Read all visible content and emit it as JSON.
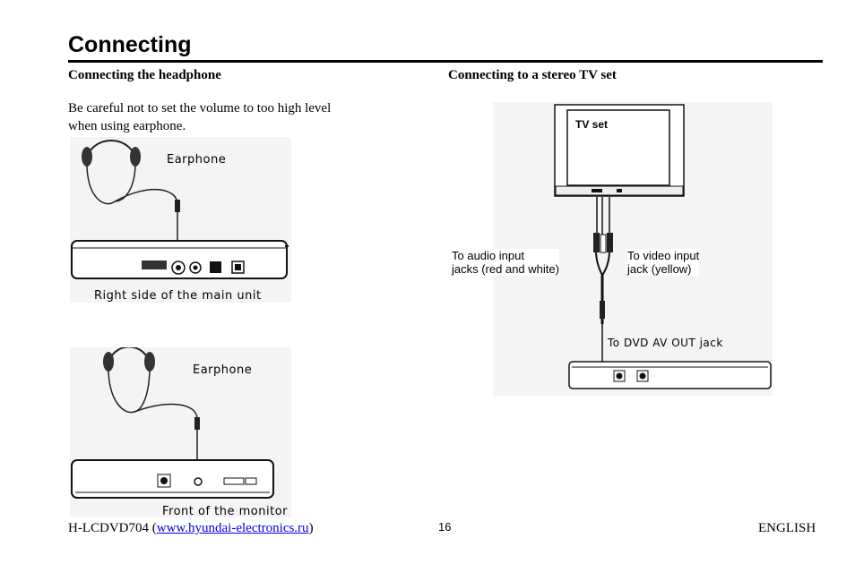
{
  "page": {
    "title": "Connecting",
    "left_heading": "Connecting the headphone",
    "right_heading": "Connecting to a stereo TV set",
    "note_line1": "Be careful not to set the volume to too high level",
    "note_line2": "when using earphone."
  },
  "fig_headphone_main": {
    "earphone_label": "Earphone",
    "caption": "Right side of the main unit"
  },
  "fig_headphone_monitor": {
    "earphone_label": "Earphone",
    "caption": "Front of the monitor"
  },
  "fig_tv": {
    "tv_label": "TV set",
    "audio_label_1": "To audio input",
    "audio_label_2": "jacks (red and white)",
    "video_label_1": "To video input",
    "video_label_2": "jack (yellow)",
    "dvd_label": "To DVD AV OUT jack"
  },
  "footer": {
    "model": "H-LCDVD704 (",
    "link": "www.hyundai-electronics.ru",
    "model_close": ")",
    "page_number": "16",
    "language": "ENGLISH"
  }
}
